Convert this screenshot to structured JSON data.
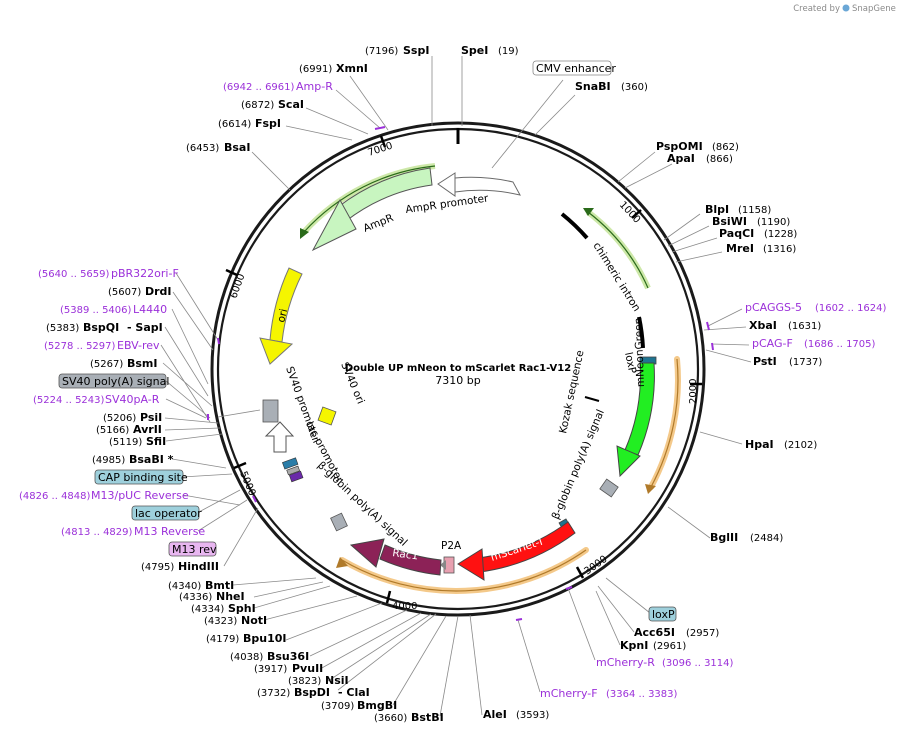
{
  "credit": {
    "prefix": "Created by",
    "brand": "SnapGene"
  },
  "plasmid": {
    "name": "Double UP mNeon to mScarlet Rac1-V12",
    "length": "7310 bp"
  },
  "ticks": [
    "1000",
    "2000",
    "3000",
    "4000",
    "5000",
    "6000",
    "7000"
  ],
  "enzymes": {
    "SpeI": {
      "name": "SpeI",
      "pos": "(19)"
    },
    "SnaBI": {
      "name": "SnaBI",
      "pos": "(360)"
    },
    "PspOMI": {
      "name": "PspOMI",
      "pos": "(862)"
    },
    "ApaI": {
      "name": "ApaI",
      "pos": "(866)"
    },
    "BlpI": {
      "name": "BlpI",
      "pos": "(1158)"
    },
    "BsiWI": {
      "name": "BsiWI",
      "pos": "(1190)"
    },
    "PaqCI": {
      "name": "PaqCI",
      "pos": "(1228)"
    },
    "MreI": {
      "name": "MreI",
      "pos": "(1316)"
    },
    "XbaI": {
      "name": "XbaI",
      "pos": "(1631)"
    },
    "PstI": {
      "name": "PstI",
      "pos": "(1737)"
    },
    "HpaI": {
      "name": "HpaI",
      "pos": "(2102)"
    },
    "BglII": {
      "name": "BglII",
      "pos": "(2484)"
    },
    "Acc65I": {
      "name": "Acc65I",
      "pos": "(2957)"
    },
    "KpnI": {
      "name": "KpnI",
      "pos": "(2961)"
    },
    "AleI": {
      "name": "AleI",
      "pos": "(3593)"
    },
    "BstBI": {
      "name": "BstBI",
      "pos": "(3660)"
    },
    "BmgBI": {
      "name": "BmgBI",
      "pos": "(3709)"
    },
    "BspDI": {
      "name": "BspDI",
      "pos": "(3732)"
    },
    "ClaI": {
      "name": "- ClaI",
      "pos": ""
    },
    "NsiI": {
      "name": "NsiI",
      "pos": "(3823)"
    },
    "PvuII": {
      "name": "PvuII",
      "pos": "(3917)"
    },
    "Bsu36I": {
      "name": "Bsu36I",
      "pos": "(4038)"
    },
    "Bpu10I": {
      "name": "Bpu10I",
      "pos": "(4179)"
    },
    "NotI": {
      "name": "NotI",
      "pos": "(4323)"
    },
    "SphI": {
      "name": "SphI",
      "pos": "(4334)"
    },
    "NheI": {
      "name": "NheI",
      "pos": "(4336)"
    },
    "BmtI": {
      "name": "BmtI",
      "pos": "(4340)"
    },
    "HindIII": {
      "name": "HindIII",
      "pos": "(4795)"
    },
    "BsaBI": {
      "name": "BsaBI *",
      "pos": "(4985)"
    },
    "SfiI": {
      "name": "SfiI",
      "pos": "(5119)"
    },
    "AvrII": {
      "name": "AvrII",
      "pos": "(5166)"
    },
    "PsiI": {
      "name": "PsiI",
      "pos": "(5206)"
    },
    "BsmI": {
      "name": "BsmI",
      "pos": "(5267)"
    },
    "BspQI": {
      "name": "BspQI",
      "pos": "(5383)"
    },
    "SapI": {
      "name": "- SapI",
      "pos": ""
    },
    "DrdI": {
      "name": "DrdI",
      "pos": "(5607)"
    },
    "BsaI": {
      "name": "BsaI",
      "pos": "(6453)"
    },
    "FspI": {
      "name": "FspI",
      "pos": "(6614)"
    },
    "ScaI": {
      "name": "ScaI",
      "pos": "(6872)"
    },
    "XmnI": {
      "name": "XmnI",
      "pos": "(6991)"
    },
    "SspI": {
      "name": "SspI",
      "pos": "(7196)"
    }
  },
  "primers": {
    "AmpR": {
      "name": "Amp-R",
      "pos": "(6942 .. 6961)"
    },
    "pBR322ori": {
      "name": "pBR322ori-F",
      "pos": "(5640 .. 5659)"
    },
    "L4440": {
      "name": "L4440",
      "pos": "(5389 .. 5406)"
    },
    "EBVrev": {
      "name": "EBV-rev",
      "pos": "(5278 .. 5297)"
    },
    "SV40pAR": {
      "name": "SV40pA-R",
      "pos": "(5224 .. 5243)"
    },
    "M13pUC": {
      "name": "M13/pUC Reverse",
      "pos": "(4826 .. 4848)"
    },
    "M13R": {
      "name": "M13 Reverse",
      "pos": "(4813 .. 4829)"
    },
    "pCAGGS5": {
      "name": "pCAGGS-5",
      "pos": "(1602 .. 1624)"
    },
    "pCAGF": {
      "name": "pCAG-F",
      "pos": "(1686 .. 1705)"
    },
    "mCherryR": {
      "name": "mCherry-R",
      "pos": "(3096 .. 3114)"
    },
    "mCherryF": {
      "name": "mCherry-F",
      "pos": "(3364 .. 3383)"
    }
  },
  "boxed_labels": {
    "cmv": "CMV enhancer",
    "sv40pa": "SV40 poly(A) signal",
    "cap": "CAP binding site",
    "lacop": "lac operator",
    "m13rev": "M13 rev",
    "loxp": "loxP"
  },
  "features": {
    "amprPromoter": "AmpR promoter",
    "ampr": "AmpR",
    "chimeric": "chimeric intron",
    "ori": "ori",
    "sv40promoter": "SV40 promoter",
    "sv40ori": "SV40 ori",
    "lacPromoter": "lac promoter",
    "bglobin1": "β-globin poly(A) signal",
    "bglobin2": "β-globin poly(A) signal",
    "bglobin3": "β-globin poly(A) signal",
    "loxp": "loxP",
    "kozak": "Kozak sequence",
    "mneon": "mNeonGreen",
    "mscarlet": "mScarlet-I",
    "rac1": "Rac1",
    "p2a": "P2A"
  },
  "colors": {
    "ampr": "#c8f5c0",
    "ori": "#f5f500",
    "mneon": "#22ee22",
    "mscarlet": "#ff1111",
    "rac1": "#8c2257",
    "orf_highlight": "#f4c98a",
    "primer": "#9b30d9",
    "grey_box": "#a9afb6",
    "cap_box": "#9ed0dc",
    "m13_box": "#e8b6f0"
  }
}
